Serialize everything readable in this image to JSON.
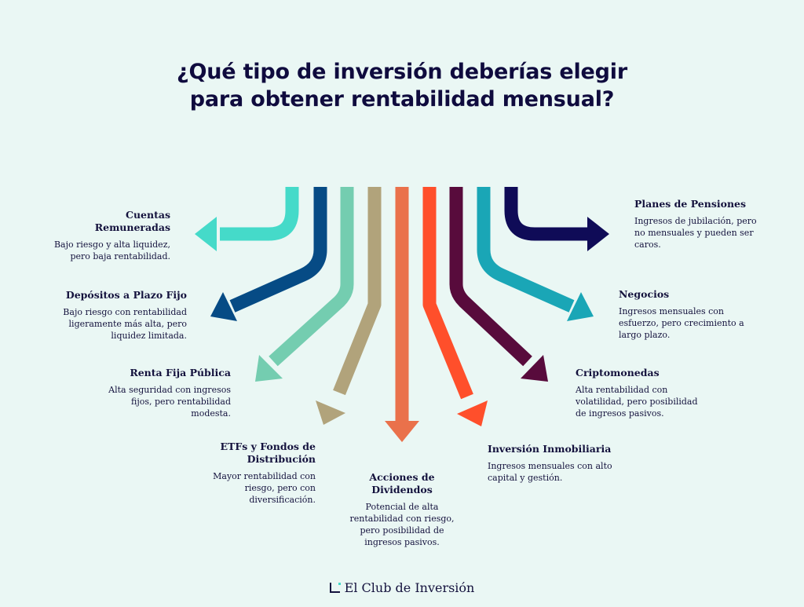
{
  "title": {
    "line1": "¿Qué tipo de inversión deberías elegir",
    "line2": "para obtener rentabilidad mensual?"
  },
  "colors": {
    "background": "#eaf7f4",
    "text": "#14123d",
    "cuentas": "#45dac9",
    "depositos": "#064b85",
    "renta_fija": "#74cdb0",
    "etfs": "#b1a37b",
    "acciones": "#ea714b",
    "inmobiliaria": "#ff4f2b",
    "cripto": "#580b3c",
    "negocios": "#1aa6b6",
    "pensiones": "#0f0b57"
  },
  "options": {
    "cuentas": {
      "title": "Cuentas Remuneradas",
      "description": "Bajo riesgo y alta liquidez, pero baja rentabilidad."
    },
    "depositos": {
      "title": "Depósitos a Plazo Fijo",
      "description": "Bajo riesgo con rentabilidad ligeramente más alta, pero liquidez limitada."
    },
    "renta_fija": {
      "title": "Renta Fija Pública",
      "description": "Alta seguridad con ingresos fijos, pero rentabilidad modesta."
    },
    "etfs": {
      "title": "ETFs y Fondos de Distribución",
      "description": "Mayor rentabilidad con riesgo, pero con diversificación."
    },
    "acciones": {
      "title": "Acciones de Dividendos",
      "description": "Potencial de alta rentabilidad con riesgo, pero posibilidad de ingresos pasivos."
    },
    "inmobiliaria": {
      "title": "Inversión Inmobiliaria",
      "description": "Ingresos mensuales con alto capital y gestión."
    },
    "cripto": {
      "title": "Criptomonedas",
      "description": "Alta rentabilidad con volatilidad, pero posibilidad de ingresos pasivos."
    },
    "negocios": {
      "title": "Negocios",
      "description": "Ingresos mensuales con esfuerzo, pero crecimiento a largo plazo."
    },
    "pensiones": {
      "title": "Planes de Pensiones",
      "description": "Ingresos de jubilación, pero no mensuales y pueden ser caros."
    }
  },
  "footer": {
    "brand": "El Club de Inversión",
    "logo_icon": "bracket-logo-icon"
  }
}
